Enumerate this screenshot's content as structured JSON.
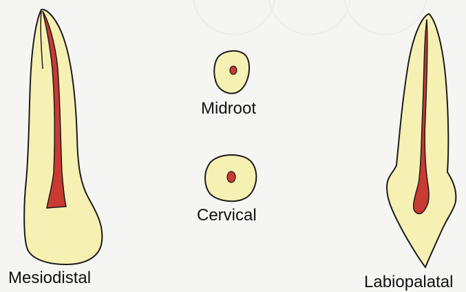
{
  "labels": {
    "mesiodistal": "Mesiodistal",
    "midroot": "Midroot",
    "cervical": "Cervical",
    "labiopalatal": "Labiopalatal"
  },
  "colors": {
    "tooth_fill": "#f7f0b3",
    "outline": "#1a1a1a",
    "canal": "#c93a32",
    "background": "#f5f5f3"
  }
}
